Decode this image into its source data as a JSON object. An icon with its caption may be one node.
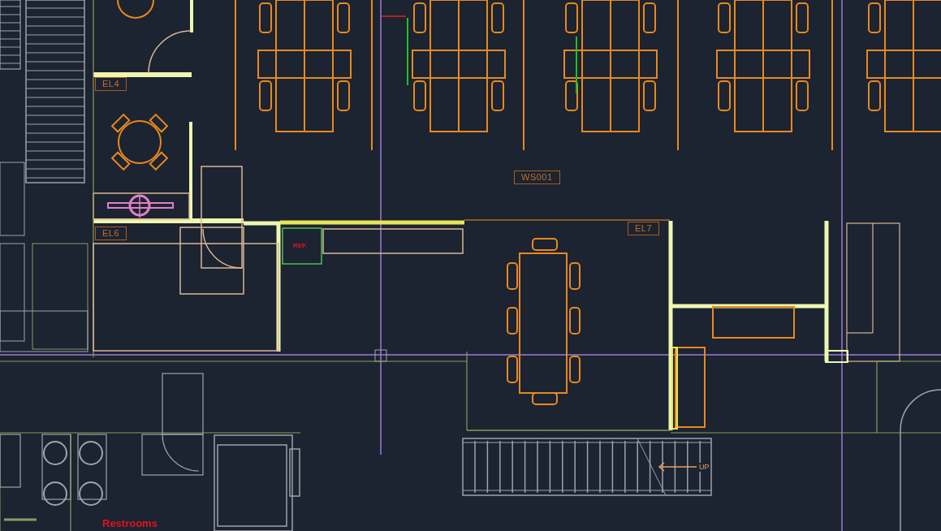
{
  "diagram": {
    "labels": [
      "EL4",
      "WS001",
      "EL6",
      "REF.",
      "EL7",
      "UP",
      "Restrooms"
    ]
  }
}
